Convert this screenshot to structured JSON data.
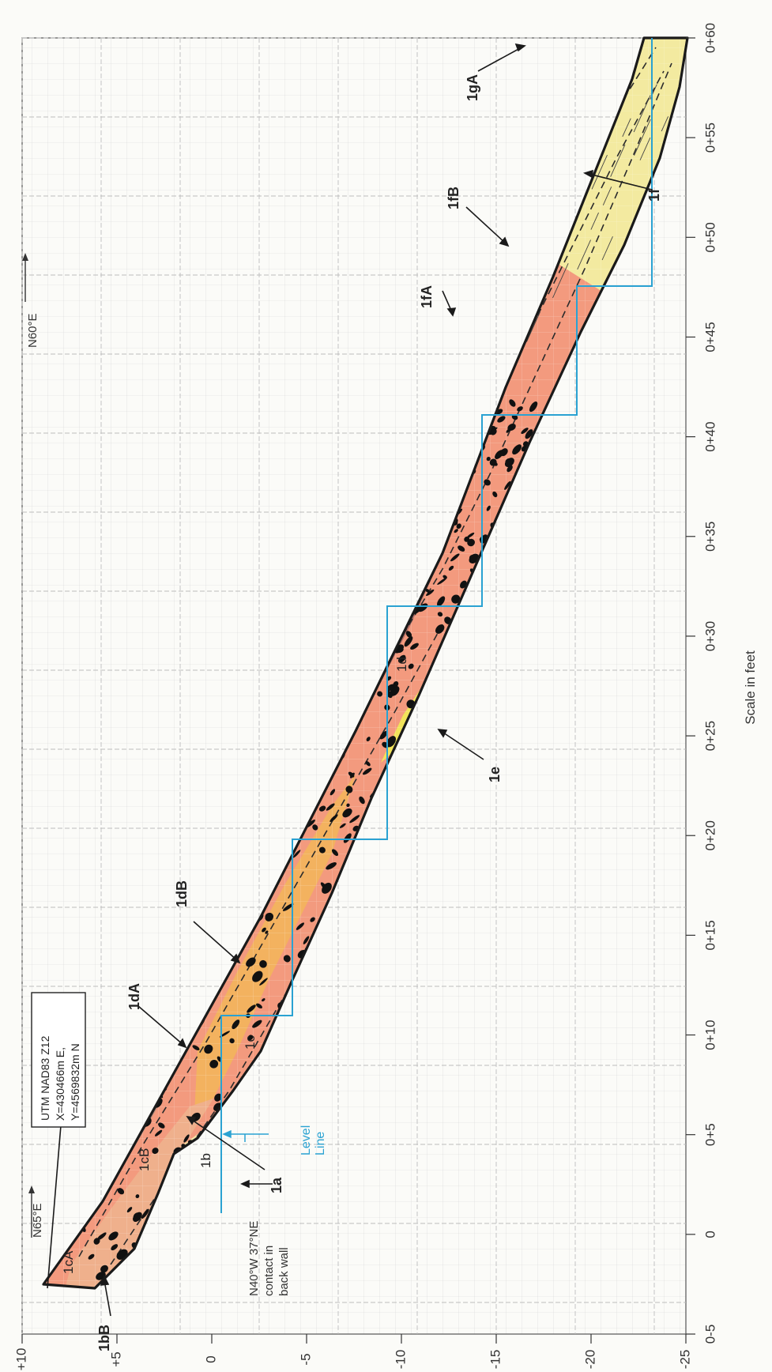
{
  "axes": {
    "x_ticks": [
      "0-5",
      "0",
      "0+5",
      "0+10",
      "0+15",
      "0+20",
      "0+25",
      "0+30",
      "0+35",
      "0+40",
      "0+45",
      "0+50",
      "0+55",
      "0+60"
    ],
    "y_ticks": [
      "+10",
      "+5",
      "0",
      "-5",
      "-10",
      "-15",
      "-20",
      "-25"
    ],
    "x_label": "Scale in feet"
  },
  "orientation": {
    "left": "N65°E",
    "right": "N60°E"
  },
  "utm_box": {
    "line1": "UTM NAD83 Z12",
    "line2": "X=430466m E,",
    "line3": "Y=4569832m N"
  },
  "contact_note": {
    "line1": "N40°W 37°NE",
    "line2": "contact in",
    "line3": "back wall"
  },
  "level_line": {
    "line1": "Level",
    "line2": "Line"
  },
  "units": {
    "u1cA": "1cA",
    "u1bB": "1bB",
    "u1cB": "1cB",
    "u1b": "1b",
    "u1a": "1a",
    "u1c": "1c",
    "u1dA": "1dA",
    "u1dB": "1dB",
    "u1d": "1d",
    "u1e": "1e",
    "u1fA": "1fA",
    "u1fB": "1fB",
    "u1gA": "1gA",
    "u1f": "1f"
  },
  "colors": {
    "unit_1a": "#f5e6a6",
    "unit_1b": "#efb08c",
    "unit_1c": "#f3b25f",
    "unit_1cA": "#b88c7c",
    "unit_1dA": "#b36f66",
    "unit_1d": "#f39a7e",
    "unit_1e": "#f1e35a",
    "unit_1f": "#f3eaa0",
    "unit_1fA": "#b99f86",
    "unit_1fB": "#e6b070",
    "level_line": "#2aa2d2",
    "outline": "#1a1a1a"
  }
}
